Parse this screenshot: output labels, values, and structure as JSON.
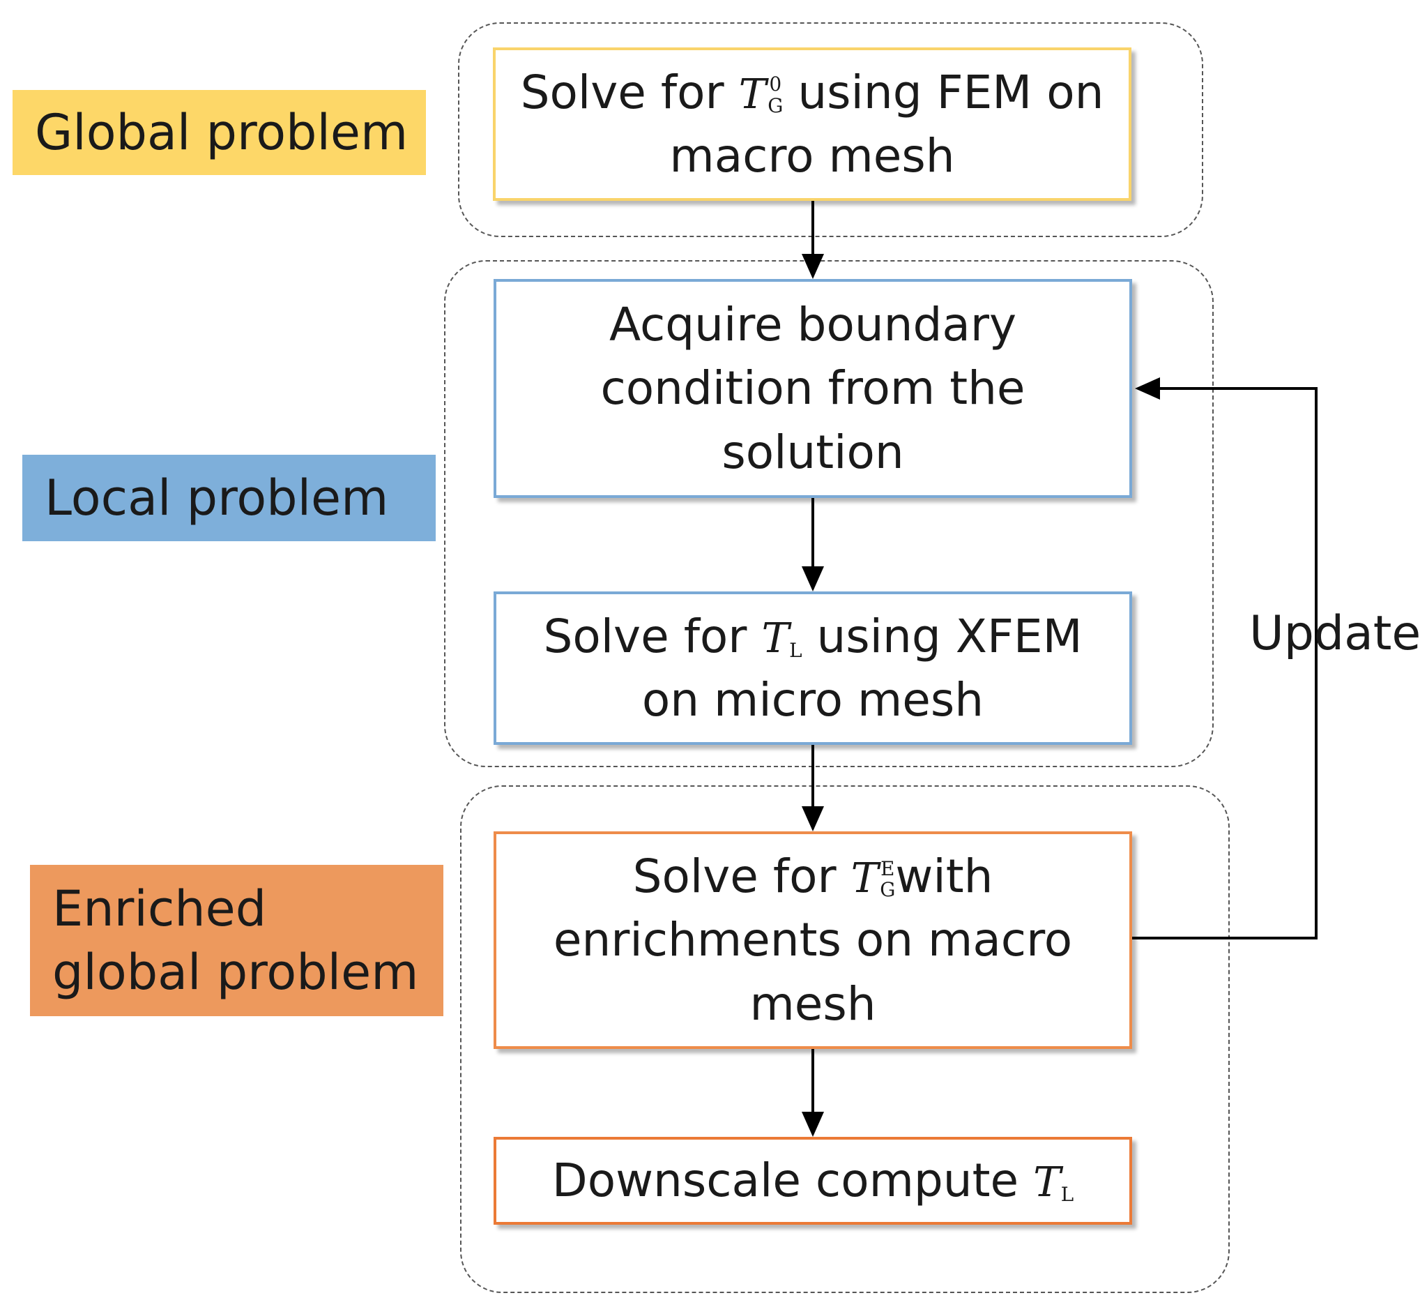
{
  "groups": [
    {
      "name": "Global problem",
      "color": "#FDD768"
    },
    {
      "name": "Local problem",
      "color": "#7EAFDA"
    },
    {
      "name": "Enriched global problem",
      "color": "#ED995D"
    }
  ],
  "box_colors": {
    "global": "#F9D46B",
    "local": "#7AA9D6",
    "enriched": "#EE8C4A",
    "downscale": "#EB7A36"
  },
  "boxes": {
    "solve_global": {
      "pre": "Solve for",
      "sym": "T",
      "sub": "G",
      "sup": "0",
      "post": "using FEM on",
      "line2": "macro mesh"
    },
    "acquire_bc": {
      "line1": "Acquire boundary",
      "line2": "condition from the",
      "line3": "solution"
    },
    "solve_local": {
      "pre": "Solve for",
      "sym": "T",
      "sub": "L",
      "post": "using XFEM",
      "line2": "on micro mesh"
    },
    "solve_enriched": {
      "pre": "Solve for",
      "sym": "T",
      "sub": "G",
      "sup": "E",
      "post": "with",
      "line2": "enrichments on macro",
      "line3": "mesh"
    },
    "downscale": {
      "pre": "Downscale compute",
      "sym": "T",
      "sub": "L"
    }
  },
  "feedback_label": "Update"
}
